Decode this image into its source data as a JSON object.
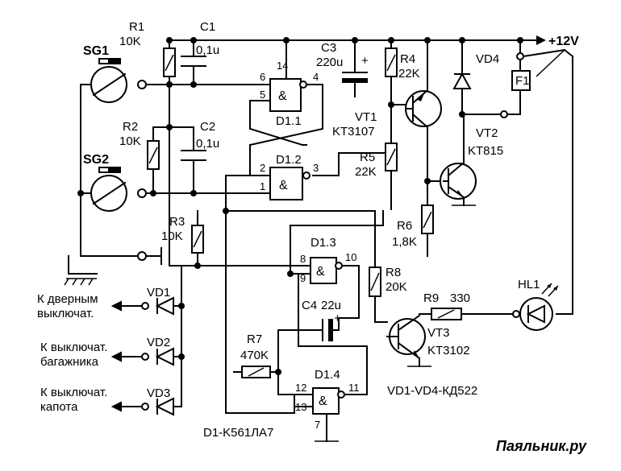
{
  "labels": {
    "supply": "+12V",
    "sg1": "SG1",
    "sg2": "SG2",
    "r1": "R1",
    "r1_val": "10K",
    "r2": "R2",
    "r2_val": "10K",
    "r3": "R3",
    "r3_val": "10K",
    "r4": "R4",
    "r4_val": "22K",
    "r5": "R5",
    "r5_val": "22K",
    "r6": "R6",
    "r6_val": "1,8K",
    "r7": "R7",
    "r7_val": "470K",
    "r8": "R8",
    "r8_val": "20K",
    "r9": "R9",
    "r9_val": "330",
    "c1": "C1",
    "c1_val": "0,1u",
    "c2": "C2",
    "c2_val": "0,1u",
    "c3": "C3",
    "c3_val": "220u",
    "c4": "C4",
    "c4_val": "22u",
    "vt1": "VT1",
    "vt1_type": "KT3107",
    "vt2": "VT2",
    "vt2_type": "KT815",
    "vt3": "VT3",
    "vt3_type": "KT3102",
    "vd1": "VD1",
    "vd2": "VD2",
    "vd3": "VD3",
    "vd4": "VD4",
    "hl1": "HL1",
    "f1": "F1",
    "d11": "D1.1",
    "d12": "D1.2",
    "d13": "D1.3",
    "d14": "D1.4",
    "and_sym": "&",
    "plus": "+",
    "door_line1": "К дверным",
    "door_line2": "выключат.",
    "trunk_line1": "К выключат.",
    "trunk_line2": "багажника",
    "hood_line1": "К выключат.",
    "hood_line2": "капота",
    "diodes_note": "VD1-VD4-КД522",
    "chip_note": "D1-K561ЛА7",
    "watermark": "Паяльник.ру",
    "pins": {
      "p14": "14",
      "p6": "6",
      "p5": "5",
      "p4": "4",
      "p2": "2",
      "p1": "1",
      "p3": "3",
      "p8": "8",
      "p9": "9",
      "p10": "10",
      "p12": "12",
      "p13": "13",
      "p11": "11",
      "p7": "7"
    }
  }
}
